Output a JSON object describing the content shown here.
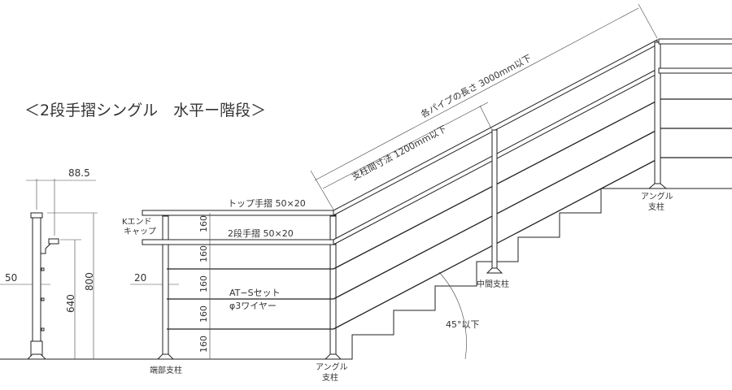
{
  "title": "＜2段手摺シングル　水平ー階段＞",
  "side_view": {
    "dim_offset": "88.5",
    "dim_post": "50",
    "dim_lower": "640",
    "dim_total": "800"
  },
  "labels": {
    "top_rail": "トップ手摺 50×20",
    "second_rail": "2段手摺 50×20",
    "k_end_cap_1": "Kエンド",
    "k_end_cap_2": "キャップ",
    "wire_set_1": "AT−Sセット",
    "wire_set_2": "φ3ワイヤー",
    "end_post": "端部支柱",
    "angle_post_1": "アングル",
    "angle_post_2": "支柱",
    "mid_post": "中間支柱",
    "angle_limit": "45°以下",
    "post_spacing": "支柱間寸法 1200mm以下",
    "pipe_length": "各パイプの長さ 3000mm以下",
    "dim_gap": "20"
  },
  "spacing_dims": [
    "160",
    "160",
    "160",
    "160",
    "160"
  ]
}
